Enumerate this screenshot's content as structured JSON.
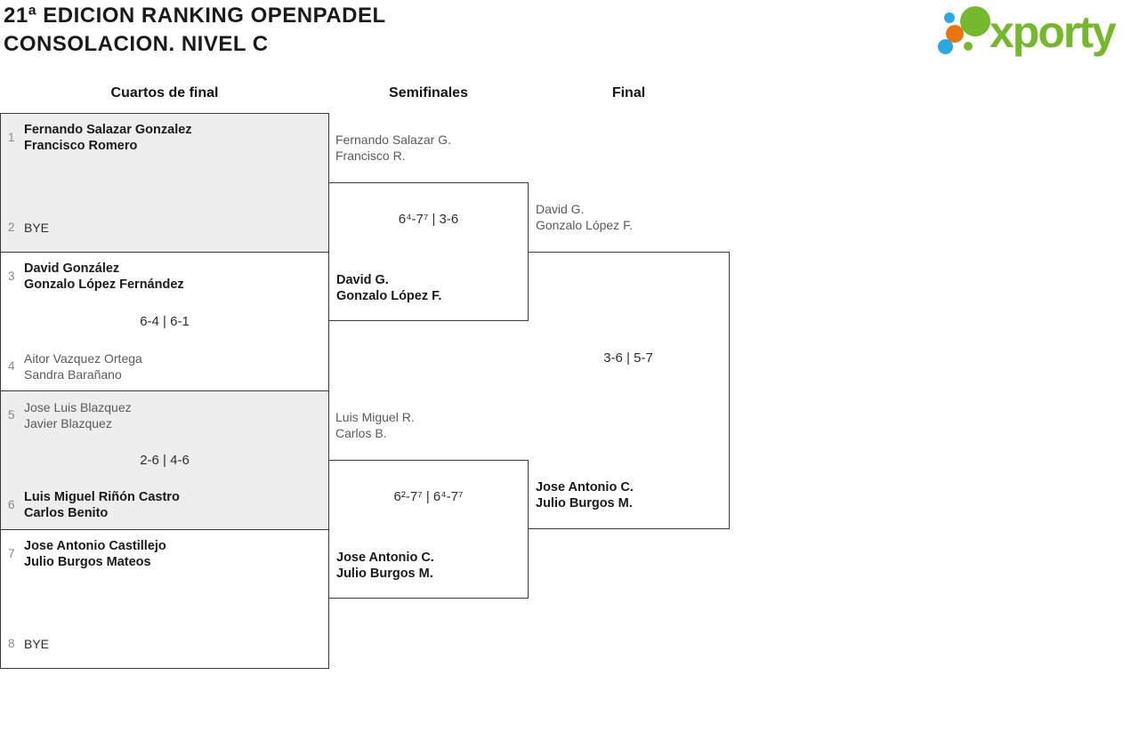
{
  "title": {
    "line1": "21ª EDICION RANKING OPENPADEL",
    "line2": "CONSOLACION. NIVEL C"
  },
  "logo": {
    "text": "xporty"
  },
  "colors": {
    "green": "#76b82d",
    "blue": "#2aa9e0",
    "orange": "#e87511",
    "line": "#3a3a3a",
    "fill-alt": "#ededed",
    "ink": "#1a1a1a",
    "muted": "#5a5a5a",
    "seed": "#878787",
    "score": "#2d2d2d",
    "bye": "#2e2e2e"
  },
  "round_headers": {
    "quarterfinals": "Cuartos de final",
    "semifinals": "Semifinales",
    "final": "Final"
  },
  "quarterfinals": [
    {
      "seed_top": "1",
      "team_top_1": "Fernando Salazar Gonzalez",
      "team_top_2": "Francisco Romero",
      "score": "",
      "seed_bottom": "2",
      "team_bottom_1": "BYE",
      "team_bottom_2": ""
    },
    {
      "seed_top": "3",
      "team_top_1": "David González",
      "team_top_2": "Gonzalo López Fernández",
      "score": "6-4 | 6-1",
      "seed_bottom": "4",
      "team_bottom_1": "Aitor Vazquez Ortega",
      "team_bottom_2": "Sandra Barañano"
    },
    {
      "seed_top": "5",
      "team_top_1": "Jose Luis Blazquez",
      "team_top_2": "Javier Blazquez",
      "score": "2-6 | 4-6",
      "seed_bottom": "6",
      "team_bottom_1": "Luis Miguel Riñón Castro",
      "team_bottom_2": "Carlos Benito"
    },
    {
      "seed_top": "7",
      "team_top_1": "Jose Antonio Castillejo",
      "team_top_2": "Julio Burgos Mateos",
      "score": "",
      "seed_bottom": "8",
      "team_bottom_1": "BYE",
      "team_bottom_2": ""
    }
  ],
  "semifinals": [
    {
      "team_top_1": "Fernando Salazar G.",
      "team_top_2": "Francisco R.",
      "score": "6⁴-7⁷ | 3-6",
      "team_bottom_1": "David G.",
      "team_bottom_2": "Gonzalo López F."
    },
    {
      "team_top_1": "Luis Miguel R.",
      "team_top_2": "Carlos B.",
      "score": "6²-7⁷ | 6⁴-7⁷",
      "team_bottom_1": "Jose Antonio C.",
      "team_bottom_2": "Julio Burgos M."
    }
  ],
  "final": {
    "team_top_1": "David G.",
    "team_top_2": "Gonzalo López F.",
    "score": "3-6 | 5-7",
    "team_bottom_1": "Jose Antonio C.",
    "team_bottom_2": "Julio Burgos M."
  }
}
